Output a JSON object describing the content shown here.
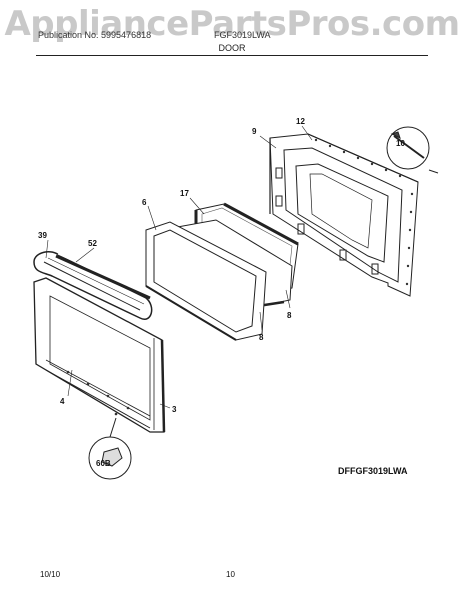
{
  "watermark": "AppliancePartsPros.com",
  "header": {
    "left": "Publication No. 5995476818",
    "model": "FGF3019LWA",
    "section": "DOOR"
  },
  "callouts": [
    "9",
    "12",
    "10",
    "17",
    "6",
    "39",
    "52",
    "8",
    "8",
    "4",
    "3",
    "60B"
  ],
  "diagram_code": "DFFGF3019LWA",
  "footer": {
    "date": "10/10",
    "page": "10"
  }
}
